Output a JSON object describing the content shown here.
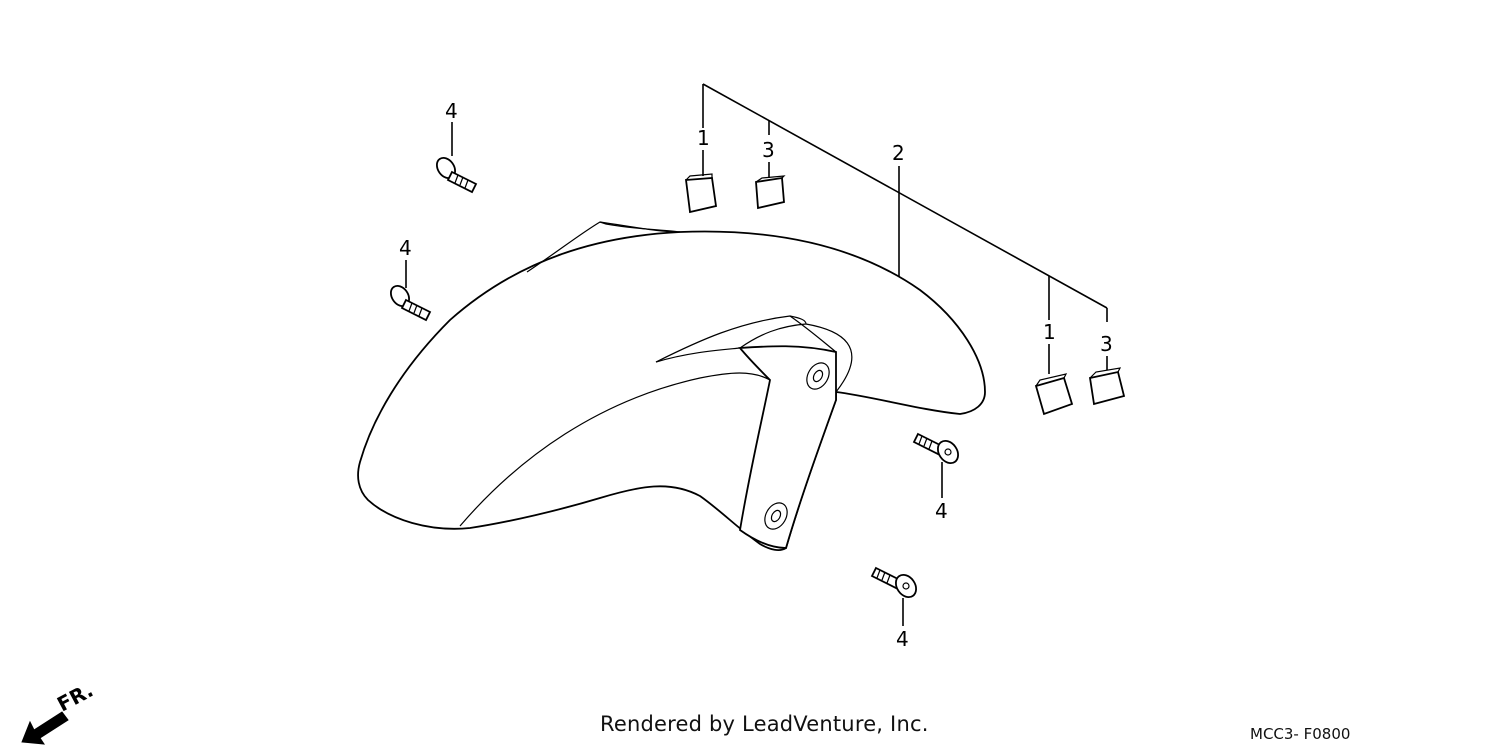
{
  "diagram": {
    "callouts": {
      "part_1": "1",
      "part_2": "2",
      "part_3": "3",
      "part_4": "4"
    },
    "direction_label": "FR.",
    "credit": "Rendered by LeadVenture, Inc.",
    "figure_code": "MCC3- F0800"
  }
}
